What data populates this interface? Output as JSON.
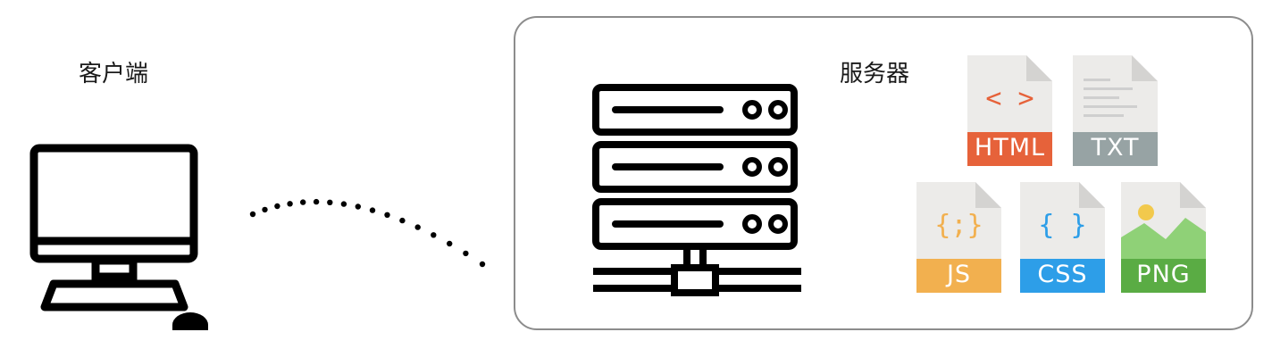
{
  "client": {
    "label": "客户端"
  },
  "server": {
    "label": "服务器"
  },
  "files": [
    {
      "name": "html",
      "label": "HTML",
      "color": "#e6623a",
      "glyph": "< >",
      "glyph_color": "#e6623a"
    },
    {
      "name": "txt",
      "label": "TXT",
      "color": "#97a3a4",
      "glyph": "",
      "glyph_color": "#c9c9c9"
    },
    {
      "name": "js",
      "label": "JS",
      "color": "#f2b04f",
      "glyph": "{;}",
      "glyph_color": "#f2b04f"
    },
    {
      "name": "css",
      "label": "CSS",
      "color": "#2d9ee8",
      "glyph": "{ }",
      "glyph_color": "#2d9ee8"
    },
    {
      "name": "png",
      "label": "PNG",
      "color": "#5aac44",
      "glyph": "",
      "glyph_color": "#5aac44"
    }
  ]
}
